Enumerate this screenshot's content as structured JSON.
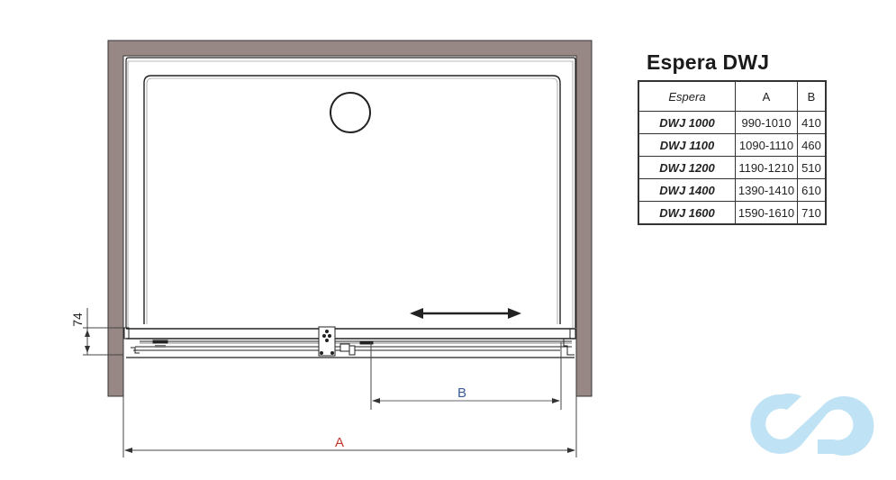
{
  "title": "Espera DWJ",
  "table": {
    "headers": {
      "model": "Espera",
      "a": "A",
      "b": "B"
    },
    "rows": [
      {
        "model": "DWJ 1000",
        "a": "990-1010",
        "b": "410"
      },
      {
        "model": "DWJ 1100",
        "a": "1090-1110",
        "b": "460"
      },
      {
        "model": "DWJ 1200",
        "a": "1190-1210",
        "b": "510"
      },
      {
        "model": "DWJ 1400",
        "a": "1390-1410",
        "b": "610"
      },
      {
        "model": "DWJ 1600",
        "a": "1590-1610",
        "b": "710"
      }
    ]
  },
  "dimensions": {
    "a_label": "A",
    "b_label": "B",
    "depth_label": "74"
  },
  "colors": {
    "wall": "#978886",
    "line": "#222222",
    "dim_a": "#c0392b",
    "dim_b": "#3a5a96",
    "logo": "#bfe3f5"
  },
  "logo": {
    "icon": "infinity-cd-logo"
  }
}
